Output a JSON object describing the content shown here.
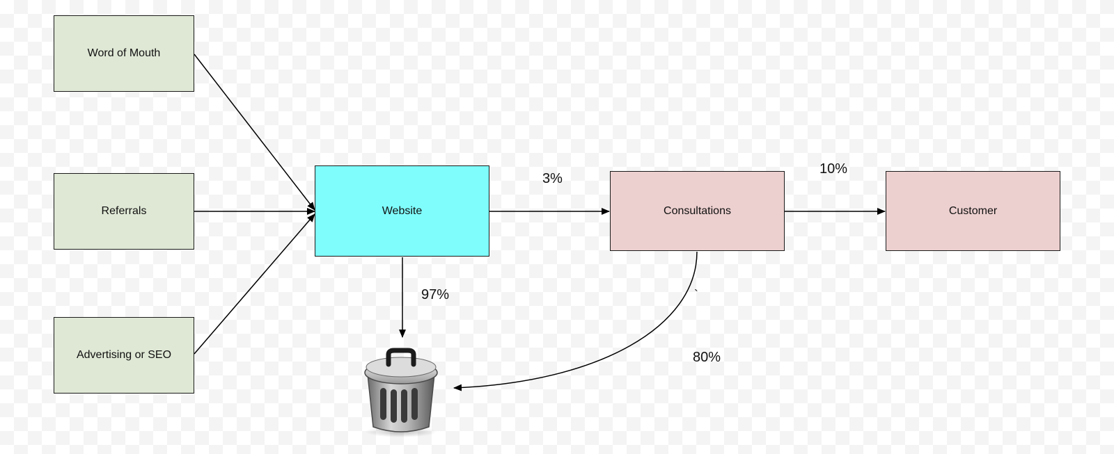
{
  "nodes": {
    "word_of_mouth": {
      "label": "Word of Mouth",
      "fill": "#dfe8d5"
    },
    "referrals": {
      "label": "Referrals",
      "fill": "#dfe8d5"
    },
    "advertising": {
      "label": "Advertising or SEO",
      "fill": "#dfe8d5"
    },
    "website": {
      "label": "Website",
      "fill": "#7ffdfd"
    },
    "consultations": {
      "label": "Consultations",
      "fill": "#ecd0cf"
    },
    "customer": {
      "label": "Customer",
      "fill": "#ecd0cf"
    }
  },
  "edges": {
    "website_to_consultations": "3%",
    "consultations_to_customer": "10%",
    "website_to_trash": "97%",
    "consultations_to_trash": "80%",
    "stray_mark": "`"
  },
  "icons": {
    "trash": "trash-can-icon"
  }
}
